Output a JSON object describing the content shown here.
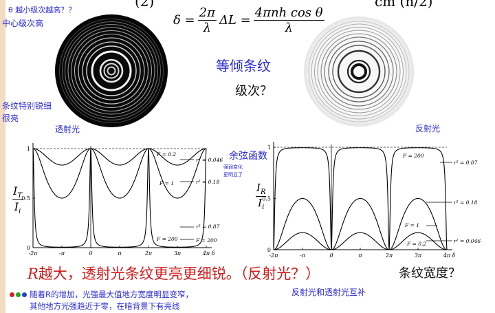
{
  "header_fragment_left": "(2)",
  "header_fragment_right": "cm (n/2)",
  "formula": {
    "lhs": "δ =",
    "frac1_num": "2π",
    "frac1_den": "λ",
    "mid": "ΔL =",
    "frac2_num": "4πnh cos θ",
    "frac2_den": "λ"
  },
  "notes": {
    "theta_question": "θ 越小级次越高？？",
    "center_high": "中心级次高",
    "sharp": "条纹特别锐细",
    "bright": "很亮",
    "transmitted": "透射光",
    "reflected": "反射光",
    "equal_inclination": "等倾条纹",
    "order_question": "级次？",
    "cosine": "余弦函数",
    "contrast_1": "强弱变化",
    "contrast_2": "更明显了",
    "complement": "反射光和透射光互补",
    "conclusion_R": "R",
    "conclusion_main": "越大，透射光条纹更亮更细锐。（反射光？）",
    "conclusion_width": "条纹宽度？",
    "bullet_1": "随着R的增加，光强最大值地方宽度明显变窄，",
    "bullet_2": "其他地方光强趋近于零，在暗背景下有亮线"
  },
  "colors": {
    "note_blue": "#2a2ad6",
    "conclusion_red": "#d11a1a",
    "sidebar": "#f3ddc2",
    "bullet_red": "#cc2222",
    "bullet_green": "#22aa22",
    "bullet_blue": "#2244cc"
  },
  "chart_data": [
    {
      "type": "line",
      "ylabel": "I_T / I_i",
      "x_ticks": [
        "-2π",
        "-π",
        "0",
        "π",
        "2π",
        "3π",
        "4π",
        "δ"
      ],
      "y_ticks": [
        "0",
        "0.5",
        "1"
      ],
      "ylim": [
        0,
        1
      ],
      "xlim_pi": [
        -2,
        4
      ],
      "series": [
        {
          "name": "F = 0.2",
          "r2_label": "r² = 0.046",
          "F": 0.2
        },
        {
          "name": "F = 1",
          "r2_label": "r² = 0.18",
          "F": 1
        },
        {
          "name": "F = 200",
          "r2_label": "r² = 0.87",
          "F": 200
        },
        {
          "name": "F = 200",
          "r2_label": "F = 200",
          "F": 200
        }
      ]
    },
    {
      "type": "line",
      "ylabel": "I_R / I_i",
      "x_ticks": [
        "-2π",
        "-π",
        "0",
        "π",
        "2π",
        "3π",
        "4π",
        "δ"
      ],
      "y_ticks": [
        "0",
        "0.5",
        "1"
      ],
      "ylim": [
        0,
        1
      ],
      "xlim_pi": [
        -2,
        4
      ],
      "series": [
        {
          "name": "F = 200",
          "r2_label": "r² = 0.87",
          "F": 200
        },
        {
          "name": "",
          "r2_label": "r² = 0.18",
          "F": 1
        },
        {
          "name": "F = 1",
          "r2_label": "",
          "F": 1
        },
        {
          "name": "F = 0.2",
          "r2_label": "r² = 0.046",
          "F": 0.2
        }
      ]
    }
  ]
}
